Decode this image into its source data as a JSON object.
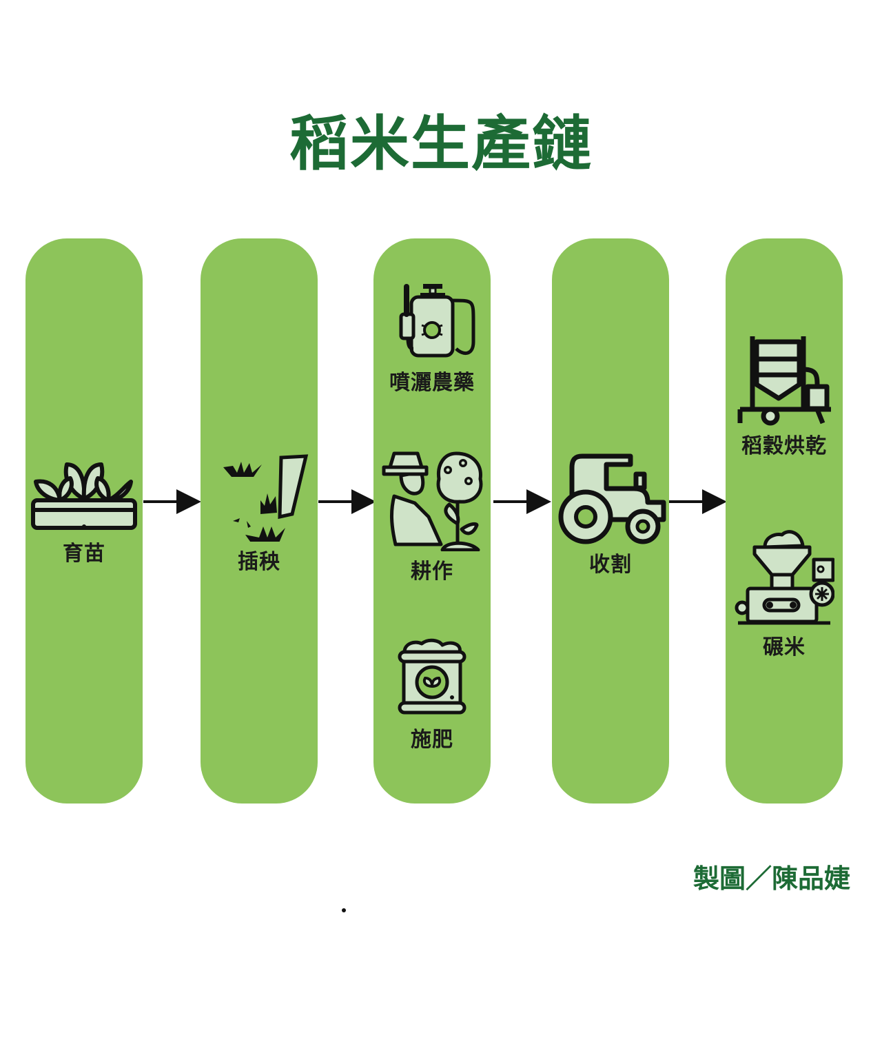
{
  "title": "稻米生產鏈",
  "colors": {
    "title": "#1d6b35",
    "column": "#8dc45a",
    "icon_fill": "#cfe3c8",
    "icon_stroke": "#111111",
    "arrow": "#111111"
  },
  "stages": [
    {
      "steps": [
        {
          "label": "育苗",
          "icon": "seedling-tray-icon"
        }
      ]
    },
    {
      "steps": [
        {
          "label": "插秧",
          "icon": "transplant-shovel-icon"
        }
      ]
    },
    {
      "steps": [
        {
          "label": "噴灑農藥",
          "icon": "pesticide-sprayer-icon"
        },
        {
          "label": "耕作",
          "icon": "farmer-planting-icon"
        },
        {
          "label": "施肥",
          "icon": "fertilizer-bag-icon"
        }
      ]
    },
    {
      "steps": [
        {
          "label": "收割",
          "icon": "tractor-icon"
        }
      ]
    },
    {
      "steps": [
        {
          "label": "稻穀烘乾",
          "icon": "grain-dryer-icon"
        },
        {
          "label": "碾米",
          "icon": "rice-mill-icon"
        }
      ]
    }
  ],
  "credit": "製圖／陳品婕"
}
